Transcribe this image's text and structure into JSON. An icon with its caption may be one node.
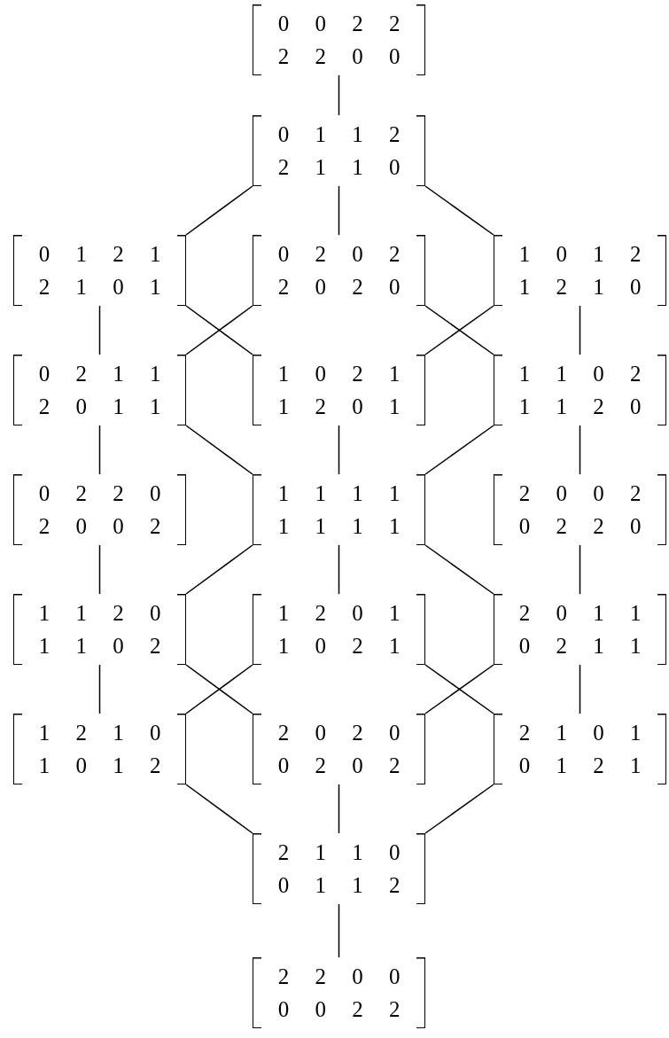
{
  "diagram": {
    "nodes": [
      {
        "text": [
          "0 0 2 2",
          "2 2 0 0"
        ]
      },
      {
        "text": [
          "0 1 1 2",
          "2 1 1 0"
        ]
      },
      {
        "text": [
          "0 1 2 1",
          "2 1 0 1"
        ]
      },
      {
        "text": [
          "0 2 0 2",
          "2 0 2 0"
        ]
      },
      {
        "text": [
          "1 0 1 2",
          "1 2 1 0"
        ]
      },
      {
        "text": [
          "0 2 1 1",
          "2 0 1 1"
        ]
      },
      {
        "text": [
          "1 0 2 1",
          "1 2 0 1"
        ]
      },
      {
        "text": [
          "1 1 0 2",
          "1 1 2 0"
        ]
      },
      {
        "text": [
          "0 2 2 0",
          "2 0 0 2"
        ]
      },
      {
        "text": [
          "1 1 1 1",
          "1 1 1 1"
        ]
      },
      {
        "text": [
          "2 0 0 2",
          "0 2 2 0"
        ]
      },
      {
        "text": [
          "1 1 2 0",
          "1 1 0 2"
        ]
      },
      {
        "text": [
          "1 2 0 1",
          "1 0 2 1"
        ]
      },
      {
        "text": [
          "2 0 1 1",
          "0 2 1 1"
        ]
      },
      {
        "text": [
          "1 2 1 0",
          "1 0 1 2"
        ]
      },
      {
        "text": [
          "2 0 2 0",
          "0 2 0 2"
        ]
      },
      {
        "text": [
          "2 1 0 1",
          "0 1 2 1"
        ]
      },
      {
        "text": [
          "2 1 1 0",
          "0 1 1 2"
        ]
      },
      {
        "text": [
          "2 2 0 0",
          "0 0 2 2"
        ]
      }
    ],
    "edges": [
      {
        "from": 0,
        "to": 1,
        "arrow": "none"
      },
      {
        "from": 1,
        "to": 2,
        "arrow": "none"
      },
      {
        "from": 1,
        "to": 3,
        "arrow": "none"
      },
      {
        "from": 1,
        "to": 4,
        "arrow": "none"
      },
      {
        "from": 2,
        "to": 5,
        "arrow": "none"
      },
      {
        "from": 2,
        "to": 6,
        "arrow": "none"
      },
      {
        "from": 3,
        "to": 5,
        "arrow": "none"
      },
      {
        "from": 3,
        "to": 7,
        "arrow": "none"
      },
      {
        "from": 4,
        "to": 6,
        "arrow": "none"
      },
      {
        "from": 4,
        "to": 7,
        "arrow": "none"
      },
      {
        "from": 5,
        "to": 8,
        "arrow": "none"
      },
      {
        "from": 5,
        "to": 9,
        "arrow": "none"
      },
      {
        "from": 6,
        "to": 9,
        "arrow": "none"
      },
      {
        "from": 7,
        "to": 9,
        "arrow": "none"
      },
      {
        "from": 7,
        "to": 10,
        "arrow": "none"
      },
      {
        "from": 8,
        "to": 11,
        "arrow": "none"
      },
      {
        "from": 9,
        "to": 11,
        "arrow": "none"
      },
      {
        "from": 9,
        "to": 12,
        "arrow": "none"
      },
      {
        "from": 9,
        "to": 13,
        "arrow": "none"
      },
      {
        "from": 10,
        "to": 13,
        "arrow": "none"
      },
      {
        "from": 11,
        "to": 14,
        "arrow": "none"
      },
      {
        "from": 11,
        "to": 15,
        "arrow": "none"
      },
      {
        "from": 12,
        "to": 14,
        "arrow": "none"
      },
      {
        "from": 12,
        "to": 16,
        "arrow": "none"
      },
      {
        "from": 13,
        "to": 15,
        "arrow": "none"
      },
      {
        "from": 13,
        "to": 16,
        "arrow": "none"
      },
      {
        "from": 14,
        "to": 17,
        "arrow": "none"
      },
      {
        "from": 15,
        "to": 17,
        "arrow": "none"
      },
      {
        "from": 16,
        "to": 17,
        "arrow": "none"
      },
      {
        "from": 17,
        "to": 18,
        "arrow": "none"
      }
    ]
  }
}
